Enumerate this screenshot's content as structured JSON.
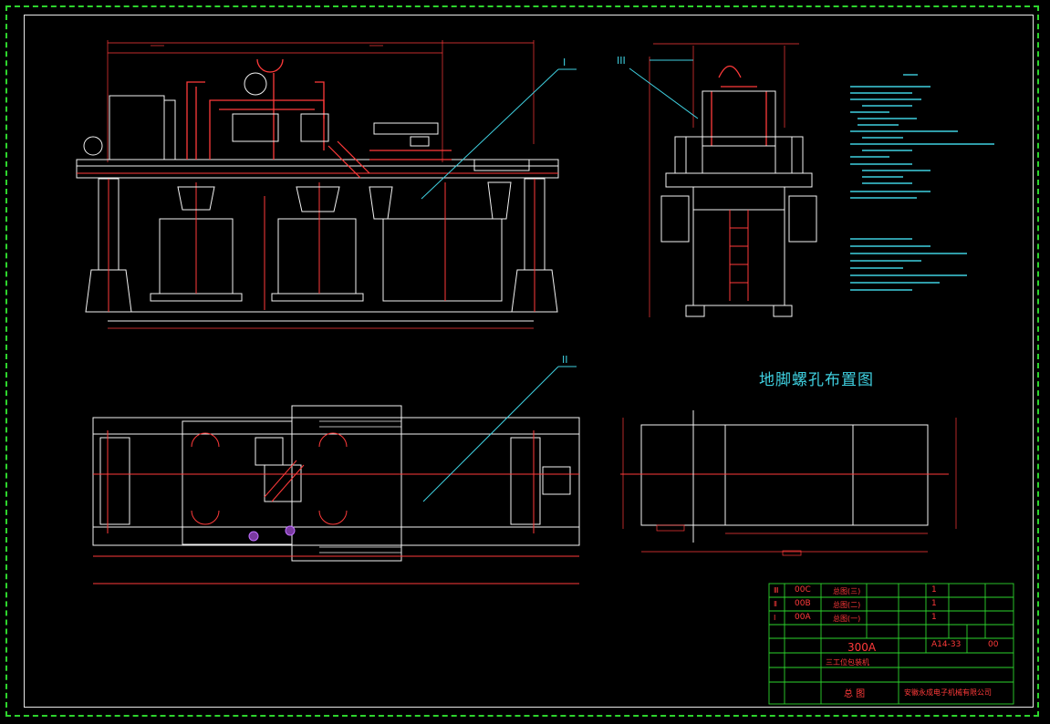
{
  "drawing": {
    "layout_title": "地脚螺孔布置图",
    "view_labels": {
      "view_1": "I",
      "view_2": "II",
      "view_3": "III"
    }
  },
  "title_block": {
    "rows": [
      {
        "index": "Ⅲ",
        "code": "00C",
        "name": "总图(三)",
        "qty": "1"
      },
      {
        "index": "Ⅱ",
        "code": "00B",
        "name": "总图(二)",
        "qty": "1"
      },
      {
        "index": "Ⅰ",
        "code": "00A",
        "name": "总图(一)",
        "qty": "1"
      }
    ],
    "model": "300A",
    "product_name": "三工位包装机",
    "drawing_number": "A14-33",
    "sheet_no": "00",
    "drawing_type": "总  图",
    "company": "安徽永成电子机械有限公司"
  },
  "colors": {
    "frame_dashed": "#2dd42d",
    "border": "#e8e8e8",
    "machine_red": "#ff3a3a",
    "machine_white": "#f2f2f2",
    "leader_cyan": "#3fd0e0",
    "notes_cyan": "#3fd0e0",
    "title_grid": "#2dd42d",
    "accent_yellow": "#e8e04a",
    "purple": "#c070ff"
  }
}
